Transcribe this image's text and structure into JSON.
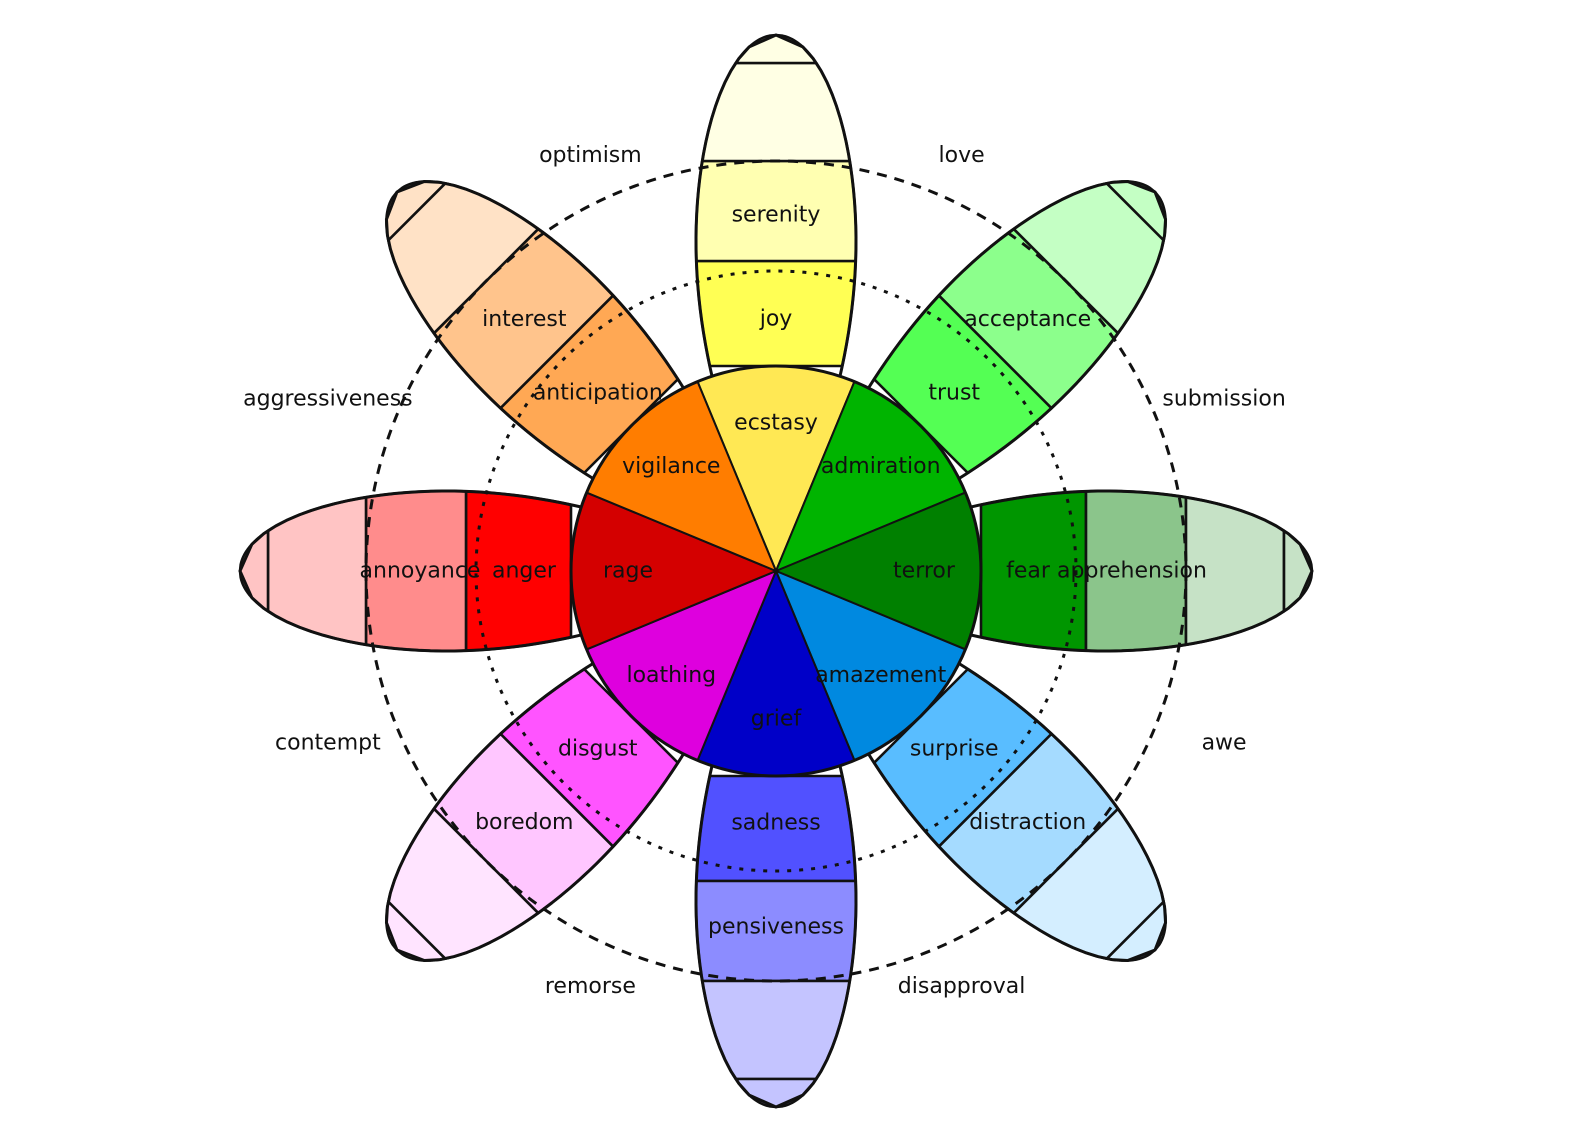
{
  "petals": [
    {
      "id": "joy",
      "outer": {
        "label": "serenity",
        "color": "#FFFFB1"
      },
      "middle": {
        "label": "joy",
        "color": "#FFFF54"
      },
      "inner": {
        "label": "ecstasy",
        "color": "#FFE854"
      },
      "tip_color": "#FFFFE4"
    },
    {
      "id": "trust",
      "outer": {
        "label": "acceptance",
        "color": "#8CFF8C"
      },
      "middle": {
        "label": "trust",
        "color": "#54FF54"
      },
      "inner": {
        "label": "admiration",
        "color": "#00B400"
      },
      "tip_color": "#C4FFC4"
    },
    {
      "id": "fear",
      "outer": {
        "label": "apprehension",
        "color": "#8BC58B"
      },
      "middle": {
        "label": "fear",
        "color": "#009600"
      },
      "inner": {
        "label": "terror",
        "color": "#008000"
      },
      "tip_color": "#C6E2C6"
    },
    {
      "id": "surprise",
      "outer": {
        "label": "distraction",
        "color": "#A5DBFF"
      },
      "middle": {
        "label": "surprise",
        "color": "#59BDFF"
      },
      "inner": {
        "label": "amazement",
        "color": "#0089E0"
      },
      "tip_color": "#D4EEFF"
    },
    {
      "id": "sadness",
      "outer": {
        "label": "pensiveness",
        "color": "#8C8CFF"
      },
      "middle": {
        "label": "sadness",
        "color": "#5151FF"
      },
      "inner": {
        "label": "grief",
        "color": "#0000C8"
      },
      "tip_color": "#C4C4FF"
    },
    {
      "id": "disgust",
      "outer": {
        "label": "boredom",
        "color": "#FFC6FF"
      },
      "middle": {
        "label": "disgust",
        "color": "#FF54FF"
      },
      "inner": {
        "label": "loathing",
        "color": "#DE00DE"
      },
      "tip_color": "#FFE4FF"
    },
    {
      "id": "anger",
      "outer": {
        "label": "annoyance",
        "color": "#FF8C8C"
      },
      "middle": {
        "label": "anger",
        "color": "#FF0000"
      },
      "inner": {
        "label": "rage",
        "color": "#D40000"
      },
      "tip_color": "#FFC4C4"
    },
    {
      "id": "anticipation",
      "outer": {
        "label": "interest",
        "color": "#FFC48C"
      },
      "middle": {
        "label": "anticipation",
        "color": "#FFA854"
      },
      "inner": {
        "label": "vigilance",
        "color": "#FF7D00"
      },
      "tip_color": "#FFE2C6"
    }
  ],
  "dyads": [
    {
      "label": "love"
    },
    {
      "label": "submission"
    },
    {
      "label": "awe"
    },
    {
      "label": "disapproval"
    },
    {
      "label": "remorse"
    },
    {
      "label": "contempt"
    },
    {
      "label": "aggressiveness"
    },
    {
      "label": "optimism"
    }
  ]
}
